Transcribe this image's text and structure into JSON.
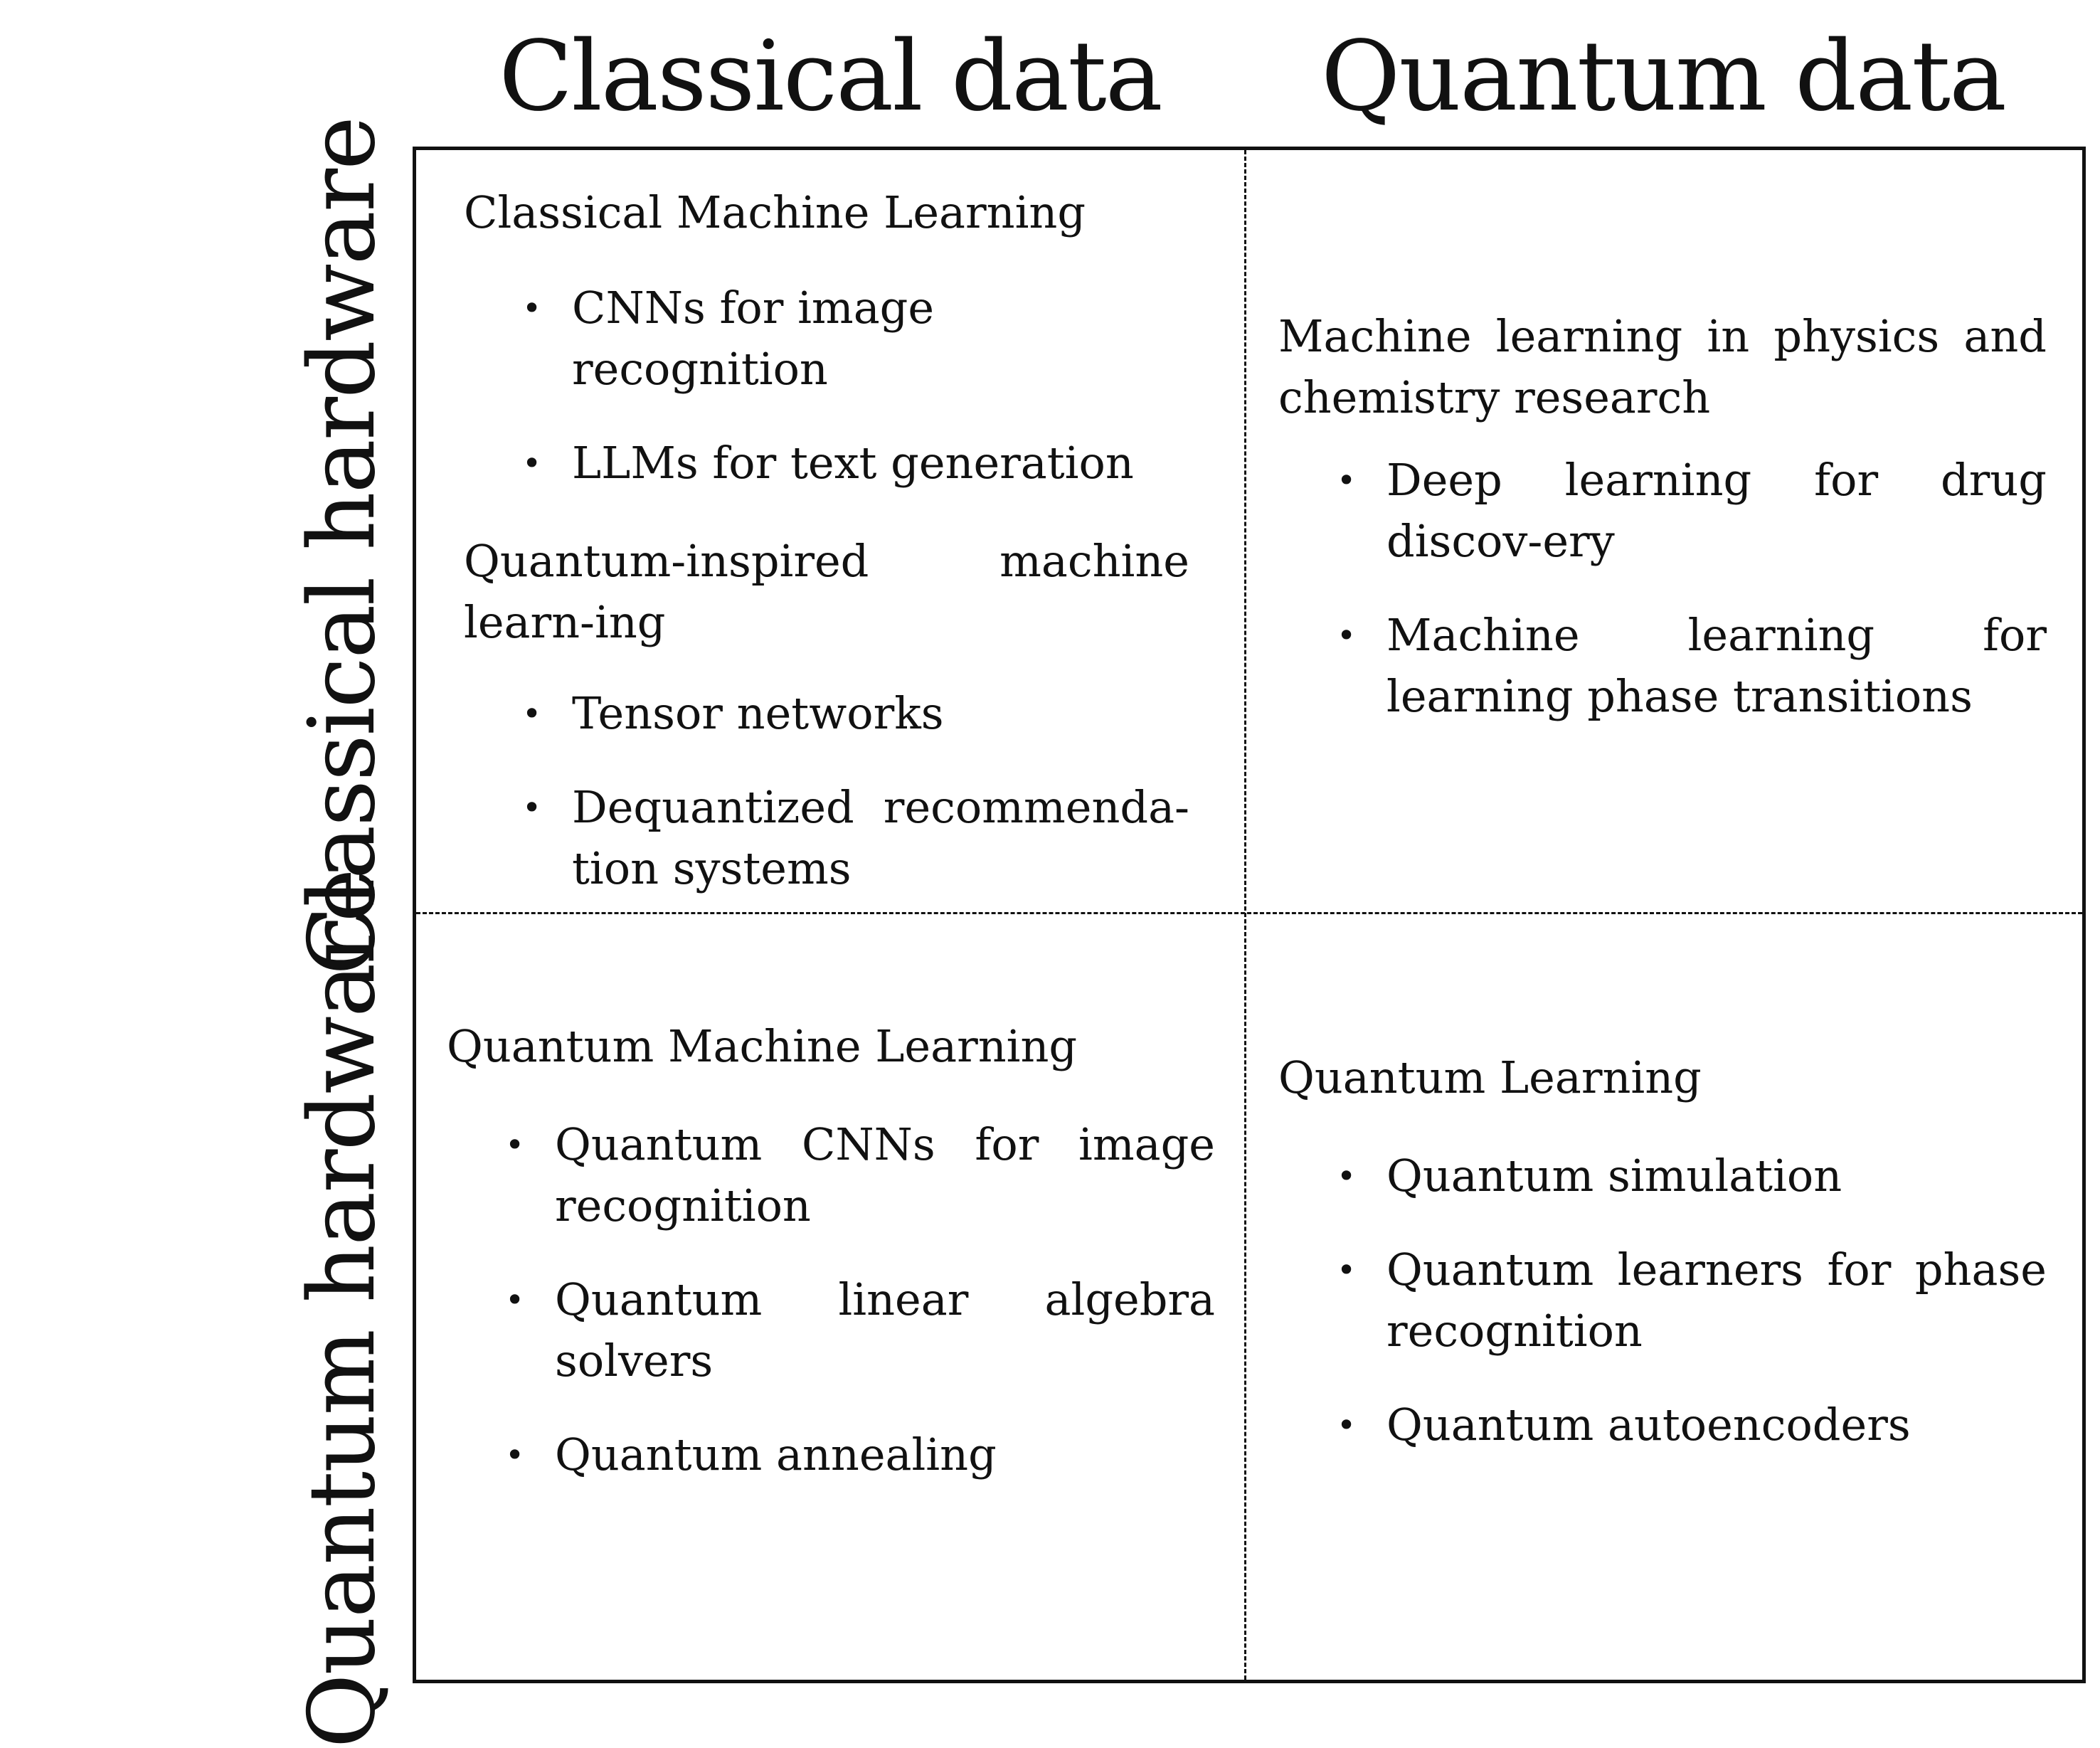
{
  "columns": {
    "classical": "Classical data",
    "quantum": "Quantum data"
  },
  "rows": {
    "classical": "Classical hardware",
    "quantum": "Quantum hardware"
  },
  "cells": {
    "cc": {
      "section1_title": "Classical Machine Learning",
      "section1_items": [
        "CNNs for image recognition",
        "LLMs for text generation"
      ],
      "section2_title": "Quantum-inspired machine learn-ing",
      "section2_items": [
        "Tensor networks",
        "Dequantized recommenda-tion systems"
      ]
    },
    "cq": {
      "title": "Machine learning in physics and chemistry research",
      "items": [
        "Deep learning for drug discov-ery",
        "Machine learning for learning phase transitions"
      ]
    },
    "qc": {
      "title": "Quantum Machine Learning",
      "items": [
        "Quantum CNNs for image recognition",
        "Quantum linear algebra solvers",
        "Quantum annealing"
      ]
    },
    "qq": {
      "title": "Quantum Learning",
      "items": [
        "Quantum simulation",
        "Quantum learners for phase recognition",
        "Quantum autoencoders"
      ]
    }
  },
  "bullet_glyph": "•"
}
